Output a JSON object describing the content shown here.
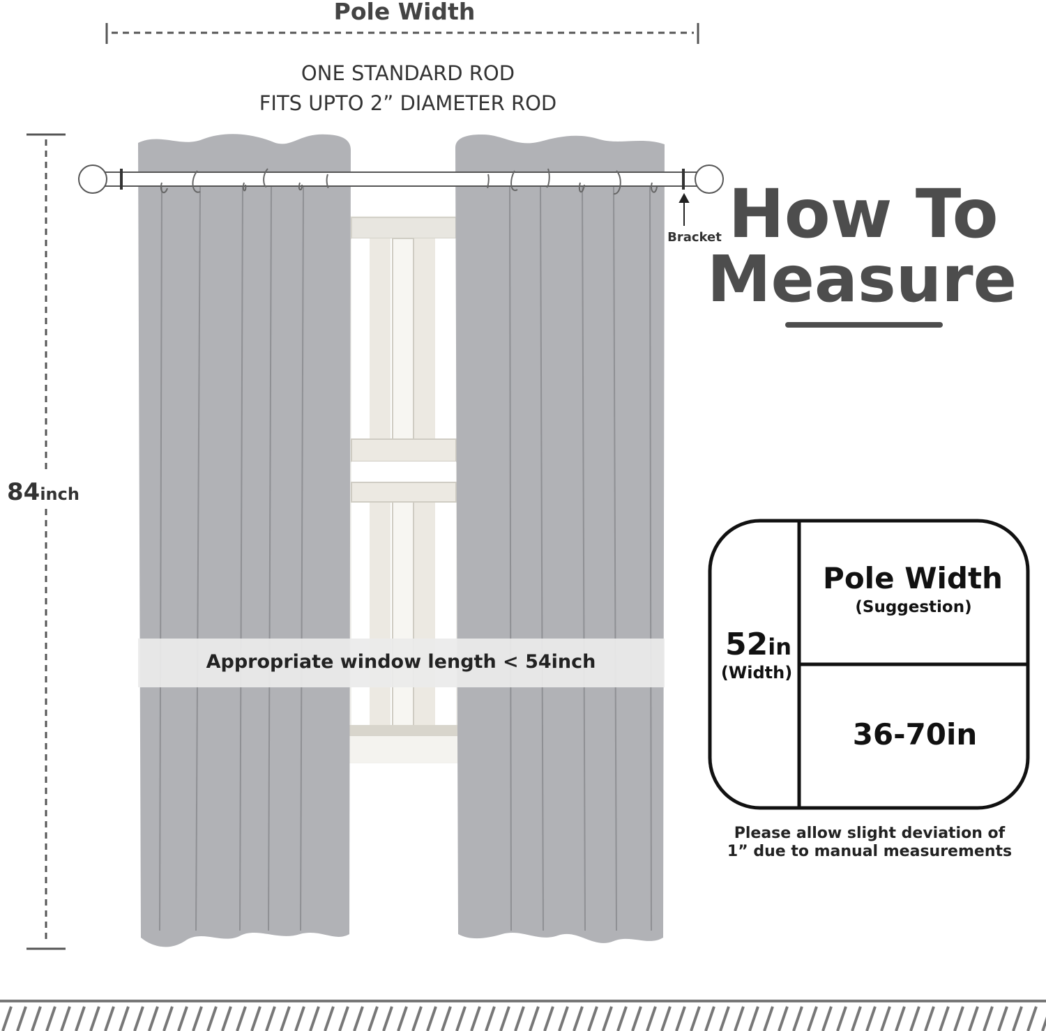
{
  "pole_width_label": "Pole Width",
  "rod_line1": "ONE STANDARD ROD",
  "rod_line2": "FITS UPTO 2” DIAMETER ROD",
  "height_value": "84",
  "height_unit": "inch",
  "bracket_label": "Bracket",
  "title_line1": "How To",
  "title_line2": "Measure",
  "window_length_note": "Appropriate window length < 54inch",
  "spec_table": {
    "width_value": "52",
    "width_unit": "in",
    "width_label": "(Width)",
    "pole_header": "Pole Width",
    "pole_sub": "(Suggestion)",
    "pole_range": "36-70in"
  },
  "deviation_line1": "Please allow slight deviation of",
  "deviation_line2": "1” due to manual measurements",
  "colors": {
    "curtain": "#b1b2b6",
    "curtain_line": "#8f9094",
    "dark_text": "#4d4d4d",
    "dashed": "#555555"
  }
}
